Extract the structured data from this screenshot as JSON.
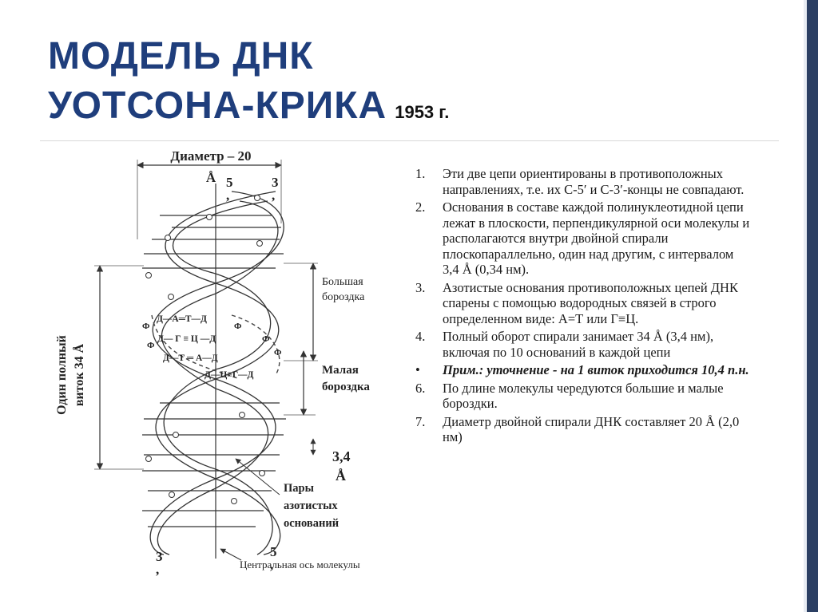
{
  "slide": {
    "title_line1": "МОДЕЛЬ ДНК",
    "title_line2": "УОТСОНА-КРИКА",
    "year": "1953 г."
  },
  "diagram": {
    "diameter_label": "Диаметр – 20",
    "angstrom": "Å",
    "end_5_top": "5",
    "end_3_top": "3",
    "end_3_bottom": "3",
    "end_5_bottom": "5",
    "prime": ",",
    "major_groove": [
      "Большая",
      "бороздка"
    ],
    "minor_groove": [
      "Малая",
      "бороздка"
    ],
    "turn_label": [
      "Один полный",
      "виток 34 Å"
    ],
    "spacing_value": "3,4",
    "spacing_unit": "Å",
    "base_pairs": [
      "Пары",
      "азотистых",
      "оснований"
    ],
    "axis_label": "Центральная ось молекулы",
    "pair_row1": "Д—А═Т—Д",
    "pair_row2": "Д— Г ≡ Ц —Д",
    "pair_row3": "Д—Т ═ А—Д",
    "pair_row4": "Д—Ц≡Г—Д",
    "phosphate": "Ф"
  },
  "notes": [
    {
      "num": "1.",
      "text": "Эти две цепи ориентированы в противоположных направлениях, т.е. их С-5′ и С-3′-концы не совпадают."
    },
    {
      "num": "2.",
      "text": "Основания в составе каждой полинуклеотидной цепи лежат в плоскости, перпендикулярной оси молекулы и располагаются внутри двойной спирали плоскопараллельно, один над другим, с интервалом 3,4 Å (0,34 нм)."
    },
    {
      "num": "3.",
      "text": "Азотистые основания противоположных цепей ДНК спарены с помощью водородных связей в строго определенном виде: А=Т или Г≡Ц."
    },
    {
      "num": "4.",
      "text": "Полный оборот спирали занимает 34 Å (3,4 нм), включая по 10 оснований в каждой цепи"
    },
    {
      "num": "•",
      "text": "Прим.: уточнение - на 1 виток приходится 10,4 п.н."
    },
    {
      "num": "6.",
      "text": "По длине молекулы чередуются большие и малые бороздки."
    },
    {
      "num": "7.",
      "text": "Диаметр двойной спирали ДНК составляет 20 Å (2,0 нм)"
    }
  ]
}
